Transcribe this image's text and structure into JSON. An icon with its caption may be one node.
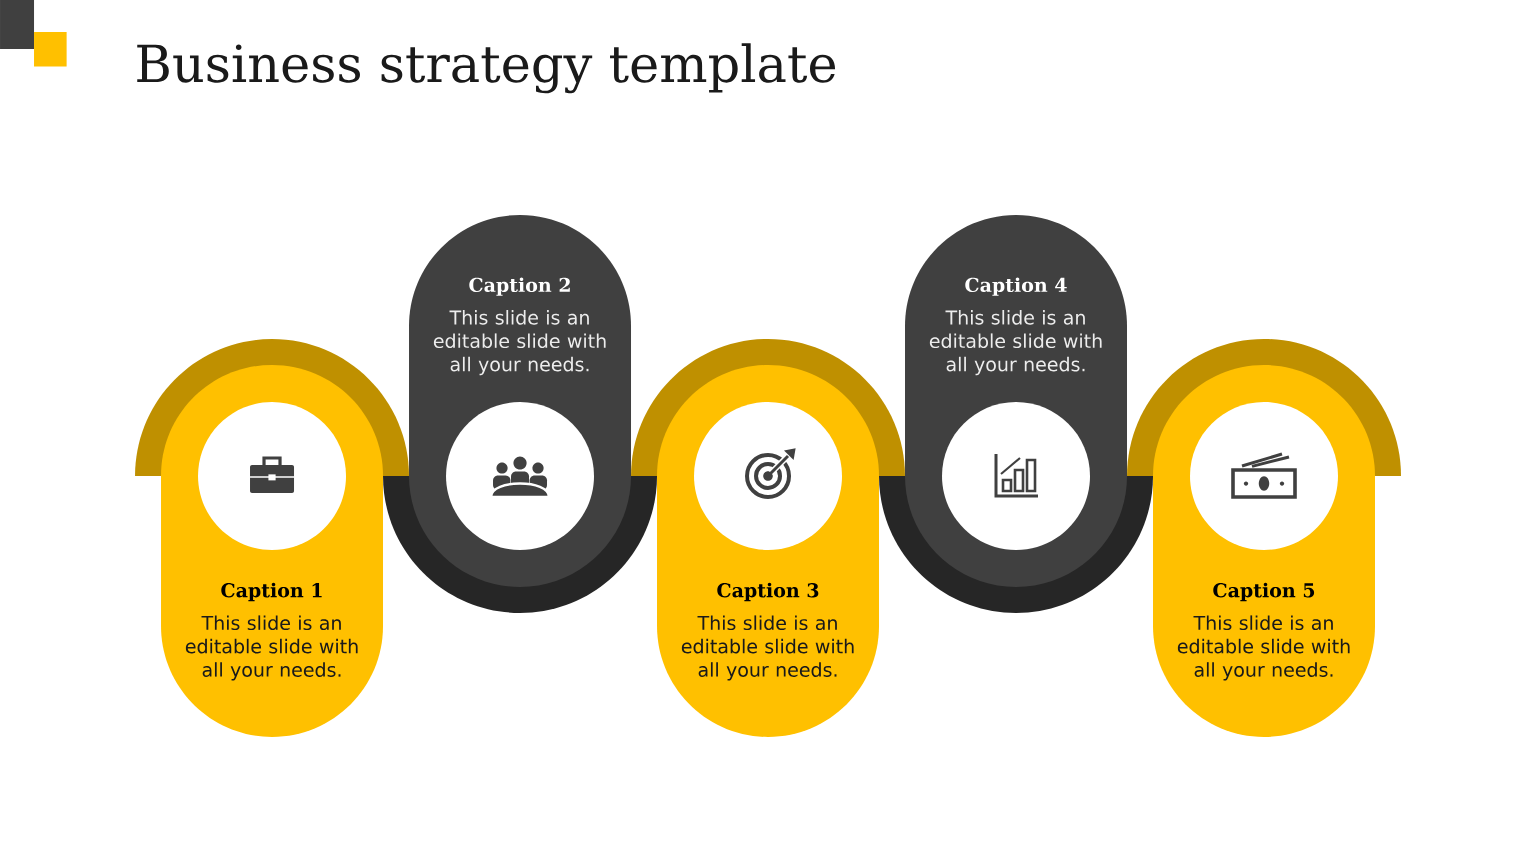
{
  "diagram": {
    "title": "Business strategy template",
    "nodes": [
      {
        "text": [
          "Caption 1",
          "This slide is an editable slide with all your needs."
        ]
      },
      {
        "text": [
          "Caption 2",
          "This slide is an editable slide with all your needs."
        ]
      },
      {
        "text": [
          "Caption 3",
          "This slide is an editable slide with all your needs."
        ]
      },
      {
        "text": [
          "Caption 4",
          "This slide is an editable slide with all your needs."
        ]
      },
      {
        "text": [
          "Caption 5",
          "This slide is an editable slide with all your needs."
        ]
      }
    ]
  }
}
